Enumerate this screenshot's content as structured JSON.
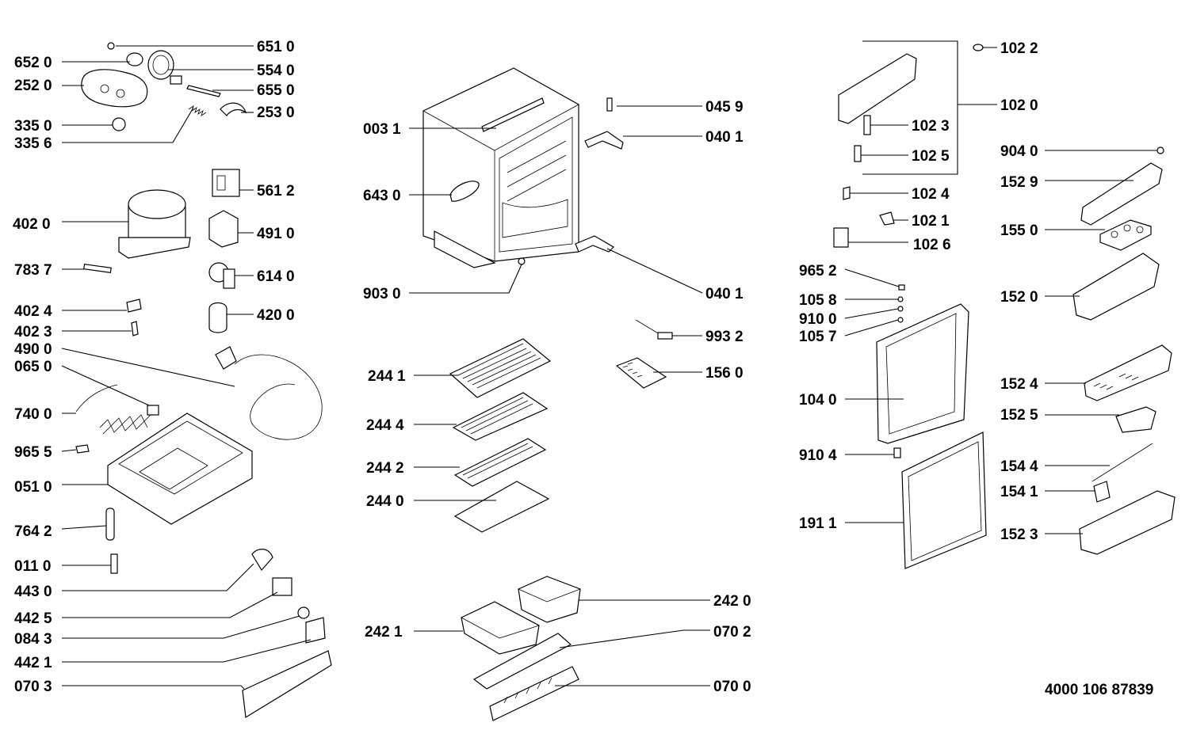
{
  "document_number": "4000 106 87839",
  "left_column": [
    "651 0",
    "652 0",
    "554 0",
    "252 0",
    "655 0",
    "253 0",
    "335 0",
    "335 6",
    "561 2",
    "402 0",
    "491 0",
    "783 7",
    "614 0",
    "402 4",
    "420 0",
    "402 3",
    "490 0",
    "065 0",
    "740 0",
    "965 5",
    "051 0",
    "764 2",
    "011 0",
    "443 0",
    "442 5",
    "084 3",
    "442 1",
    "070 3"
  ],
  "center_column": [
    "003 1",
    "045 9",
    "040 1",
    "643 0",
    "903 0",
    "040 1",
    "993 2",
    "244 1",
    "156 0",
    "244 4",
    "244 2",
    "244 0",
    "242 0",
    "242 1",
    "070 2",
    "070 0"
  ],
  "right_column": [
    "102 2",
    "102 0",
    "102 3",
    "904 0",
    "102 5",
    "152 9",
    "102 4",
    "102 1",
    "155 0",
    "102 6",
    "965 2",
    "105 8",
    "152 0",
    "910 0",
    "105 7",
    "152 4",
    "104 0",
    "152 5",
    "910 4",
    "154 4",
    "154 1",
    "191 1",
    "152 3"
  ]
}
